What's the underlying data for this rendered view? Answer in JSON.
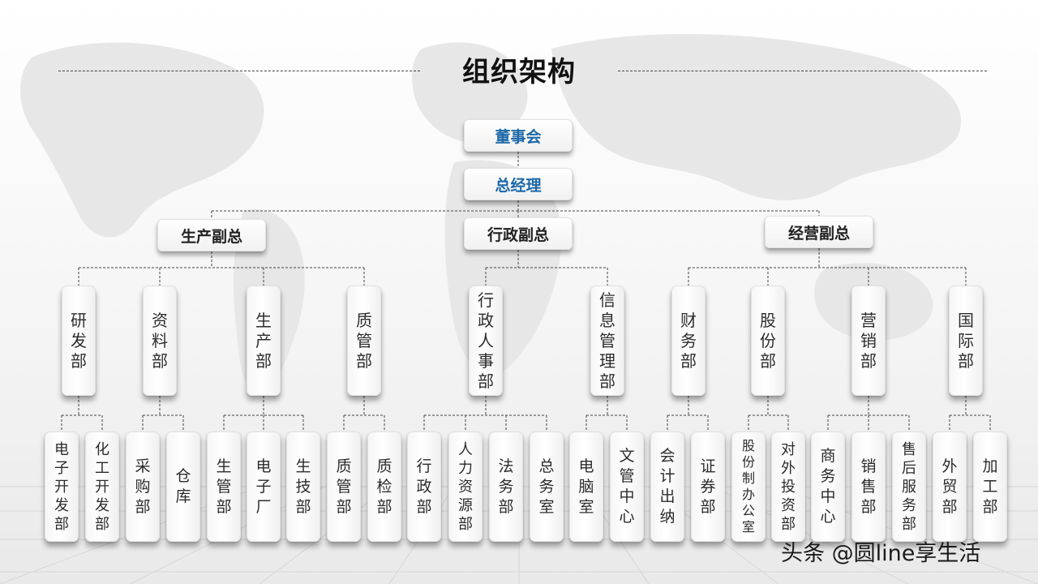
{
  "title": "组织架构",
  "colors": {
    "top_box_text": "#1c68a8",
    "text": "#222222",
    "connector": "#444444"
  },
  "tree": {
    "label": "董事会",
    "children": [
      {
        "label": "总经理",
        "children": [
          {
            "label": "生产副总",
            "children": [
              {
                "label": "研发部",
                "children": [
                  {
                    "label": "电子开发部"
                  },
                  {
                    "label": "化工开发部"
                  }
                ]
              },
              {
                "label": "资料部",
                "children": [
                  {
                    "label": "采购部"
                  },
                  {
                    "label": "仓库"
                  }
                ]
              },
              {
                "label": "生产部",
                "children": [
                  {
                    "label": "生管部"
                  },
                  {
                    "label": "电子厂"
                  },
                  {
                    "label": "生技部"
                  }
                ]
              },
              {
                "label": "质管部",
                "children": [
                  {
                    "label": "质管部"
                  },
                  {
                    "label": "质检部"
                  }
                ]
              }
            ]
          },
          {
            "label": "行政副总",
            "children": [
              {
                "label": "行政人事部",
                "children": [
                  {
                    "label": "行政部"
                  },
                  {
                    "label": "人力资源部"
                  },
                  {
                    "label": "法务部"
                  },
                  {
                    "label": "总务室"
                  }
                ]
              },
              {
                "label": "信息管理部",
                "children": [
                  {
                    "label": "电脑室"
                  },
                  {
                    "label": "文管中心"
                  }
                ]
              }
            ]
          },
          {
            "label": "经营副总",
            "children": [
              {
                "label": "财务部",
                "children": [
                  {
                    "label": "会计出纳"
                  },
                  {
                    "label": "证券部"
                  }
                ]
              },
              {
                "label": "股份部",
                "children": [
                  {
                    "label": "股份制办公室"
                  },
                  {
                    "label": "对外投资部"
                  }
                ]
              },
              {
                "label": "营销部",
                "children": [
                  {
                    "label": "商务中心"
                  },
                  {
                    "label": "销售部"
                  },
                  {
                    "label": "售后服务部"
                  }
                ]
              },
              {
                "label": "国际部",
                "children": [
                  {
                    "label": "外贸部"
                  },
                  {
                    "label": "加工部"
                  }
                ]
              }
            ]
          }
        ]
      }
    ]
  },
  "watermark": "头条 @圆line享生活"
}
